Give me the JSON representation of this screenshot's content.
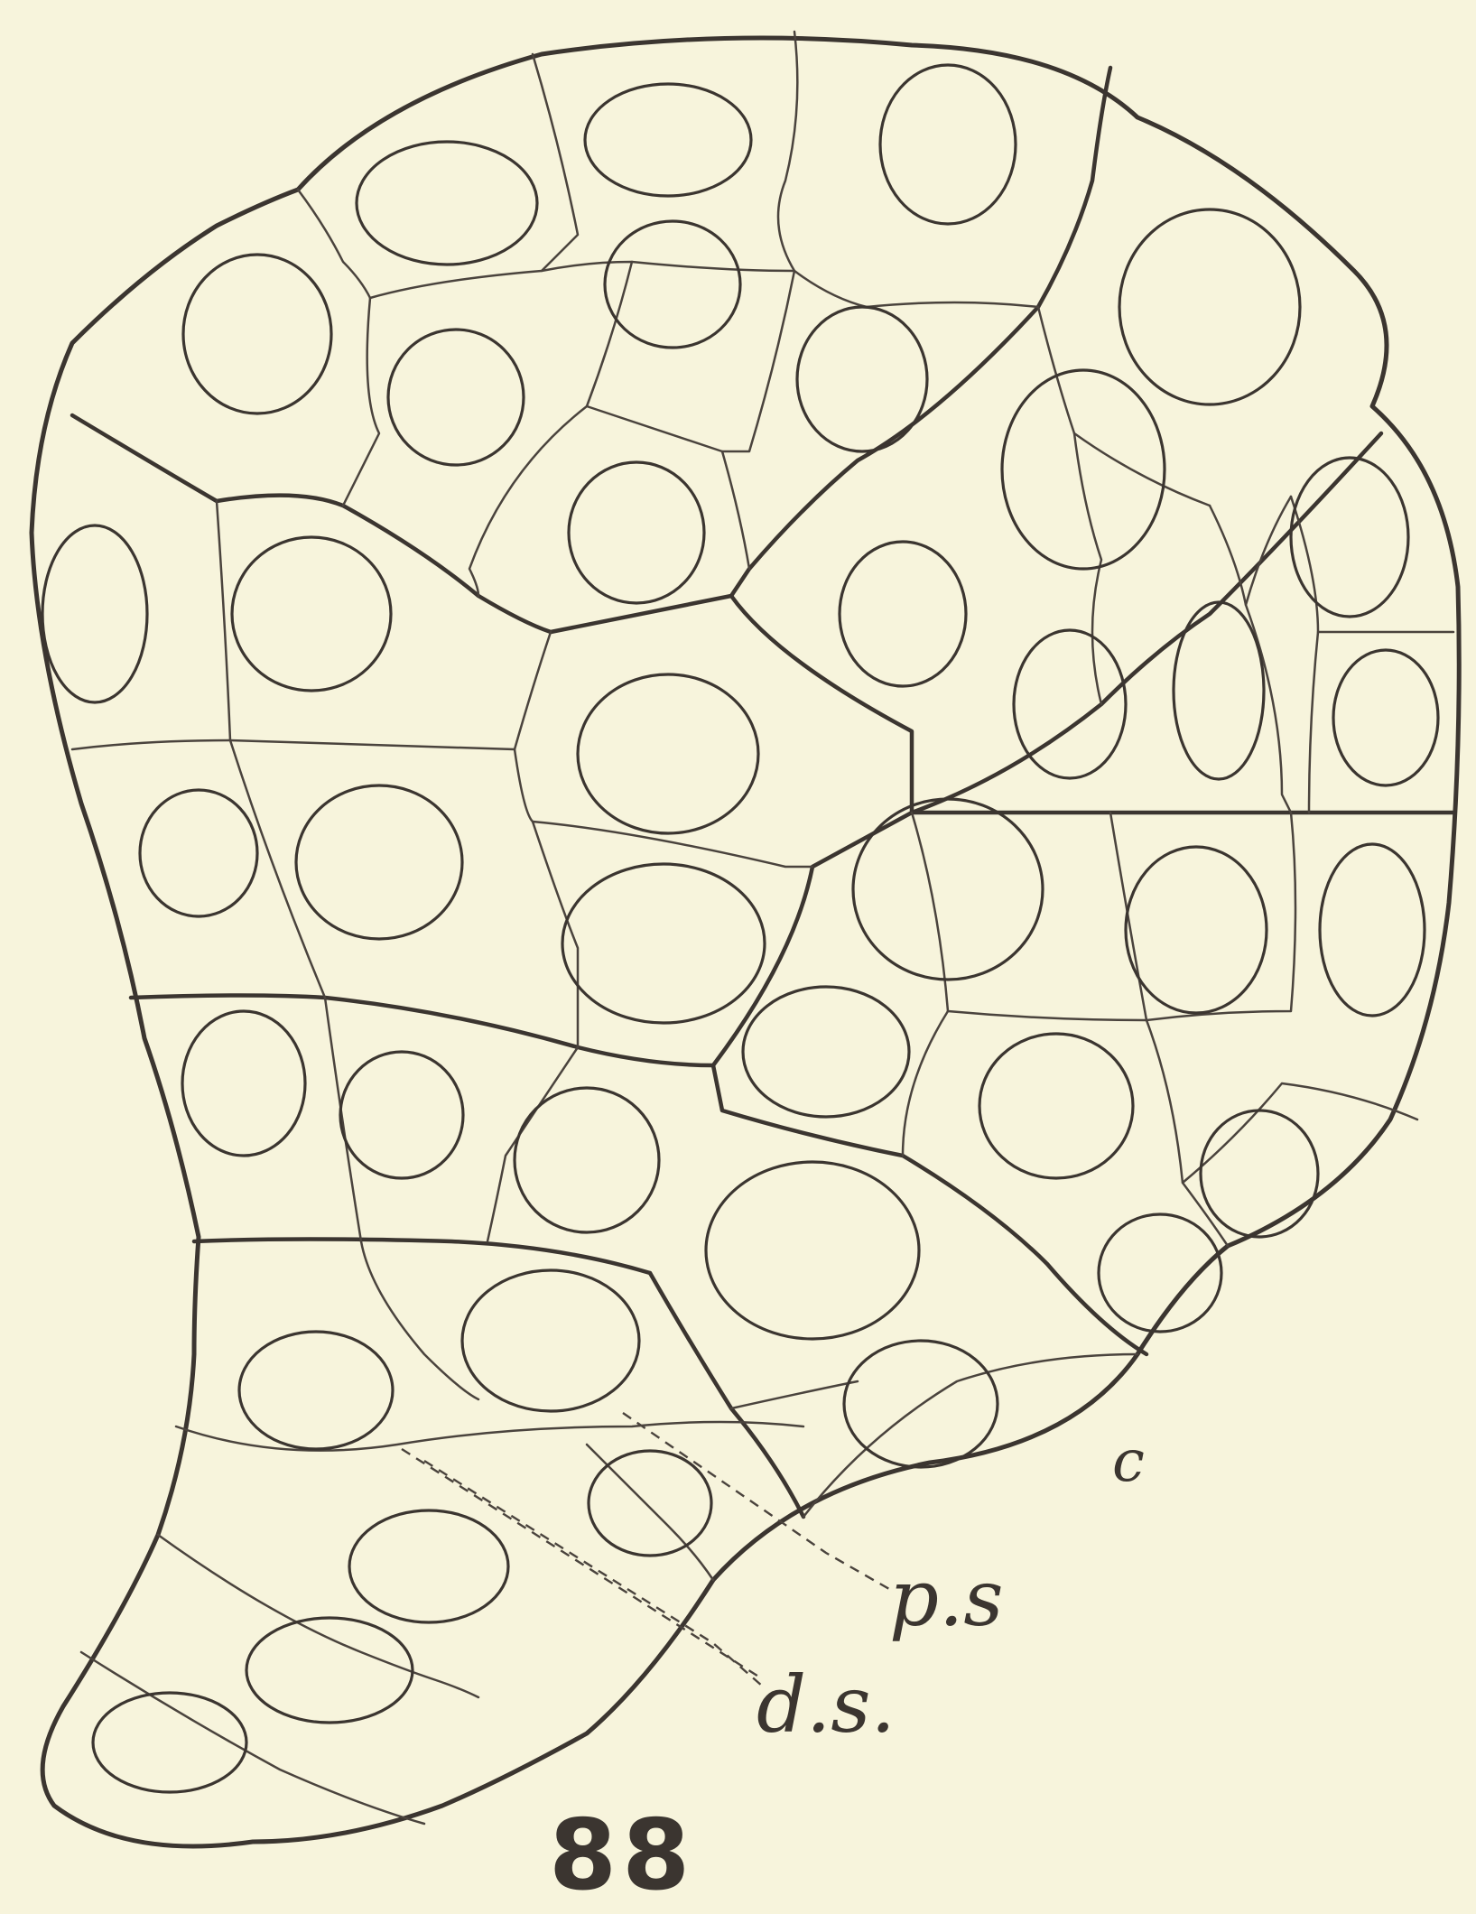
{
  "figure": {
    "number": "88",
    "labels": {
      "c": "c",
      "ps": "p.s",
      "ds": "d.s."
    }
  },
  "colors": {
    "paper": "#f7f4dc",
    "ink": "#3b3530"
  }
}
